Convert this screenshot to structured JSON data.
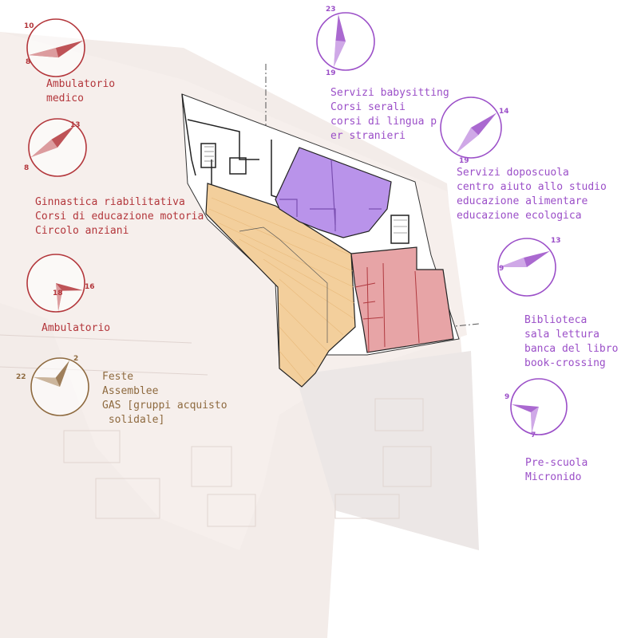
{
  "palette": {
    "red": "#b3363b",
    "purple": "#9b4fc8",
    "brown": "#8e6a3f",
    "orange_zone": "#f3cf9c",
    "red_zone": "#e7a4a6",
    "purple_zone": "#b993ea"
  },
  "clocks": [
    {
      "id": "ambulatorio-medico",
      "start": "10",
      "end": "8",
      "color": "red"
    },
    {
      "id": "ginnastica",
      "start": "13",
      "end": "8",
      "color": "red"
    },
    {
      "id": "ambulatorio",
      "start": "16",
      "end": "18",
      "color": "red"
    },
    {
      "id": "feste",
      "start": "2",
      "end": "22",
      "color": "brown"
    },
    {
      "id": "babysitting",
      "start": "23",
      "end": "19",
      "color": "purple"
    },
    {
      "id": "doposcuola",
      "start": "14",
      "end": "19",
      "color": "purple"
    },
    {
      "id": "biblioteca",
      "start": "13",
      "end": "9",
      "color": "purple"
    },
    {
      "id": "prescuola",
      "start": "9",
      "end": "7",
      "color": "purple"
    }
  ],
  "labels": {
    "ambulatorio_medico": [
      "Ambulatorio",
      "medico"
    ],
    "ginnastica": [
      "Ginnastica riabilitativa",
      "Corsi di educazione motoria",
      "Circolo anziani"
    ],
    "ambulatorio": [
      "Ambulatorio"
    ],
    "feste": [
      "Feste",
      "Assemblee",
      "GAS [gruppi acquisto",
      " solidale]"
    ],
    "babysitting": [
      "Servizi babysitting",
      "Corsi serali",
      "corsi di lingua p",
      "er stranieri"
    ],
    "doposcuola": [
      "Servizi doposcuola",
      "centro aiuto allo studio",
      "educazione alimentare",
      "educazione ecologica"
    ],
    "biblioteca": [
      "Biblioteca",
      "sala lettura",
      "banca del libro",
      "book-crossing"
    ],
    "prescuola": [
      "Pre-scuola",
      "Micronido"
    ]
  }
}
